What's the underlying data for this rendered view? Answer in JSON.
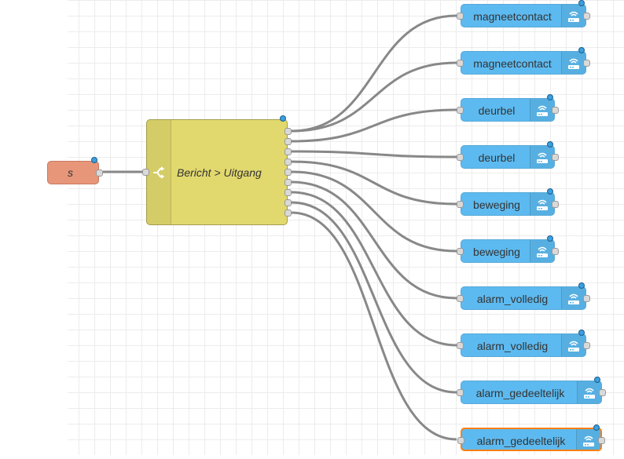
{
  "canvas": {
    "colors": {
      "grid_line": "#ececec",
      "wire": "#888888",
      "mqtt_node": "#5dbaf0",
      "switch_node": "#e2d96e",
      "input_node": "#e7967a",
      "selection": "#ff7f0e",
      "status": "#3b9fe0"
    }
  },
  "input_node": {
    "label": "s",
    "icon": "none"
  },
  "switch_node": {
    "label": "Bericht > Uitgang",
    "icon": "switch-icon",
    "outputs": 9
  },
  "mqtt_nodes": [
    {
      "label": "magneetcontact",
      "icon": "wifi-router-icon"
    },
    {
      "label": "magneetcontact",
      "icon": "wifi-router-icon"
    },
    {
      "label": "deurbel",
      "icon": "wifi-router-icon"
    },
    {
      "label": "deurbel",
      "icon": "wifi-router-icon"
    },
    {
      "label": "beweging",
      "icon": "wifi-router-icon"
    },
    {
      "label": "beweging",
      "icon": "wifi-router-icon"
    },
    {
      "label": "alarm_volledig",
      "icon": "wifi-router-icon"
    },
    {
      "label": "alarm_volledig",
      "icon": "wifi-router-icon"
    },
    {
      "label": "alarm_gedeeltelijk",
      "icon": "wifi-router-icon"
    },
    {
      "label": "alarm_gedeeltelijk",
      "icon": "wifi-router-icon",
      "selected": true
    }
  ]
}
